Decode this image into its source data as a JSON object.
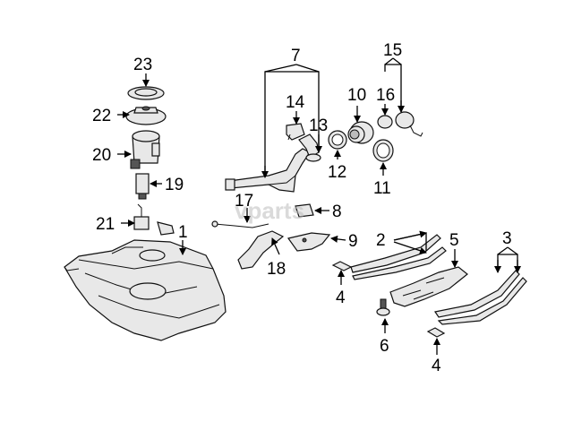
{
  "callouts": [
    "1",
    "2",
    "3",
    "4",
    "4",
    "5",
    "6",
    "7",
    "8",
    "9",
    "10",
    "11",
    "12",
    "13",
    "14",
    "15",
    "16",
    "17",
    "18",
    "19",
    "20",
    "21",
    "22",
    "23"
  ],
  "watermark": "vparts"
}
